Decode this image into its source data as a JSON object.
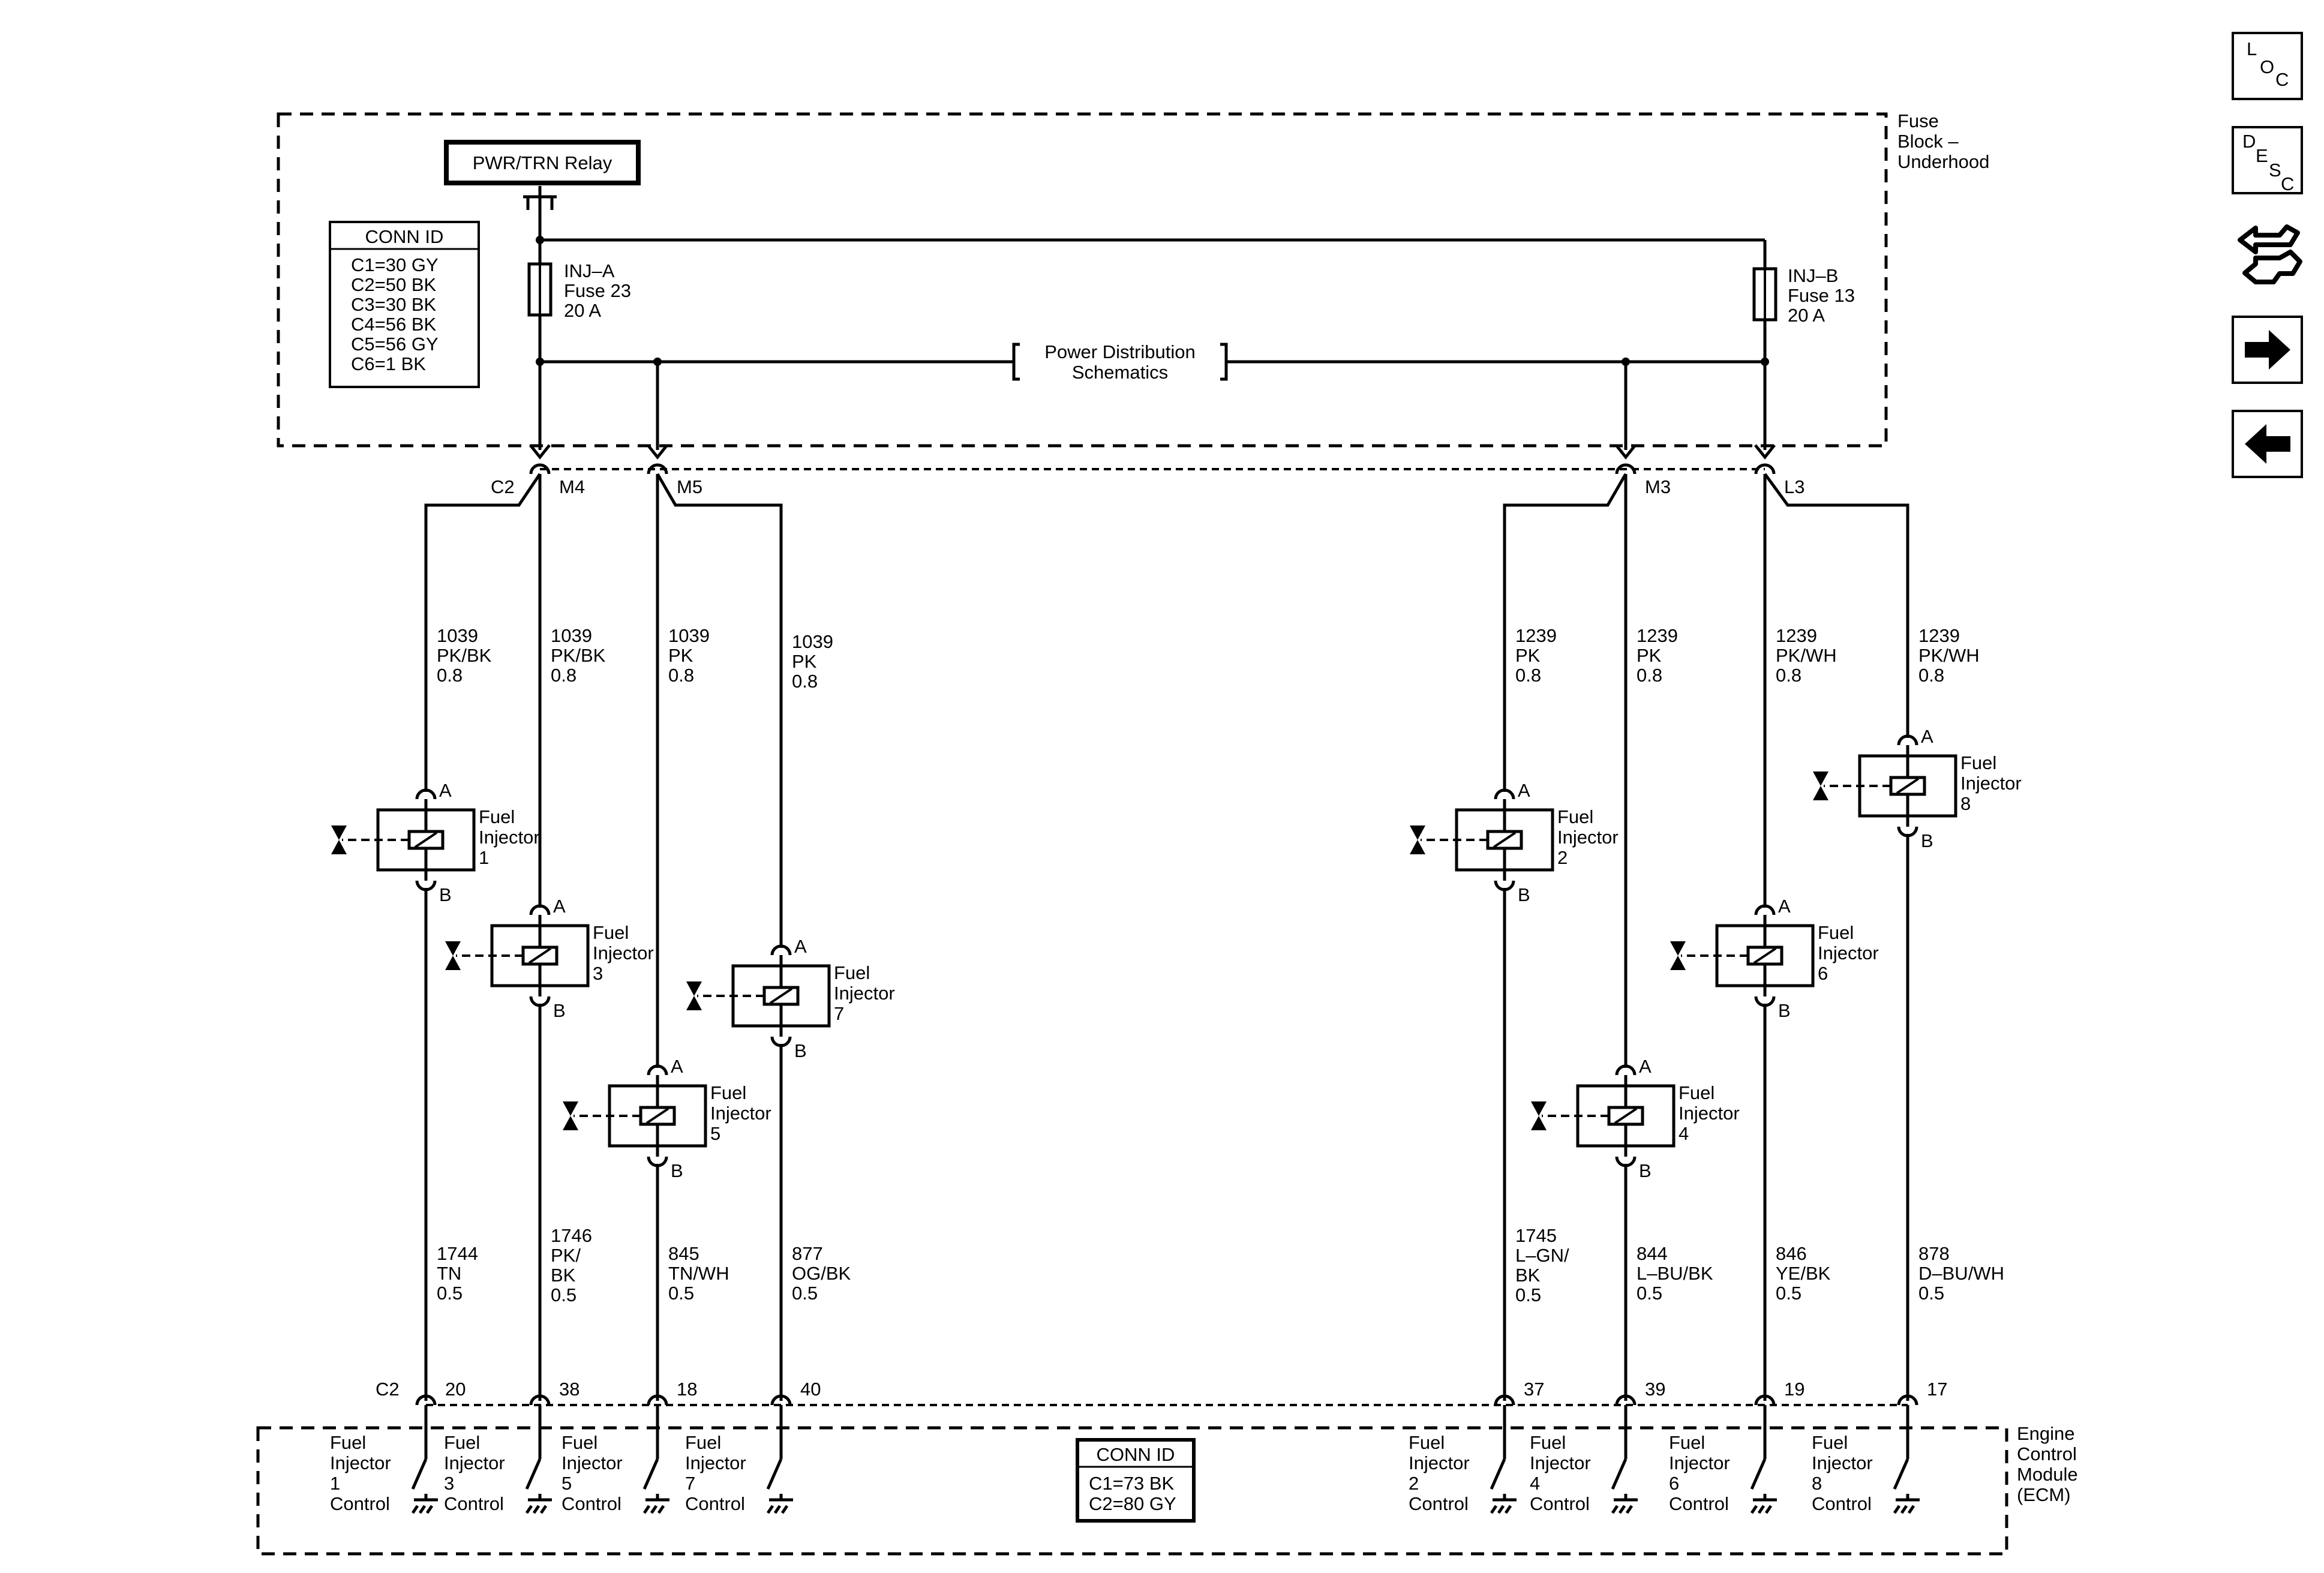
{
  "fuse_block": {
    "label": [
      "Fuse",
      "Block –",
      "Underhood"
    ],
    "relay": "PWR/TRN Relay",
    "conn_id": {
      "title": "CONN ID",
      "lines": [
        "C1=30 GY",
        "C2=50 BK",
        "C3=30 BK",
        "C4=56 BK",
        "C5=56 GY",
        "C6=1 BK"
      ]
    },
    "fuse_a": [
      "INJ–A",
      "Fuse 23",
      "20 A"
    ],
    "fuse_b": [
      "INJ–B",
      "Fuse 13",
      "20 A"
    ],
    "power_dist": [
      "Power Distribution",
      "Schematics"
    ],
    "connector": "C2",
    "pins_left": [
      "M4",
      "M5"
    ],
    "pins_right": [
      "M3",
      "L3"
    ]
  },
  "wires_top": [
    [
      "1039",
      "PK/BK",
      "0.8"
    ],
    [
      "1039",
      "PK/BK",
      "0.8"
    ],
    [
      "1039",
      "PK",
      "0.8"
    ],
    [
      "1039",
      "PK",
      "0.8"
    ],
    [
      "1239",
      "PK",
      "0.8"
    ],
    [
      "1239",
      "PK",
      "0.8"
    ],
    [
      "1239",
      "PK/WH",
      "0.8"
    ],
    [
      "1239",
      "PK/WH",
      "0.8"
    ]
  ],
  "injectors": [
    {
      "lines": [
        "Fuel",
        "Injector",
        "1"
      ],
      "pin_a": "A",
      "pin_b": "B"
    },
    {
      "lines": [
        "Fuel",
        "Injector",
        "3"
      ],
      "pin_a": "A",
      "pin_b": "B"
    },
    {
      "lines": [
        "Fuel",
        "Injector",
        "5"
      ],
      "pin_a": "A",
      "pin_b": "B"
    },
    {
      "lines": [
        "Fuel",
        "Injector",
        "7"
      ],
      "pin_a": "A",
      "pin_b": "B"
    },
    {
      "lines": [
        "Fuel",
        "Injector",
        "2"
      ],
      "pin_a": "A",
      "pin_b": "B"
    },
    {
      "lines": [
        "Fuel",
        "Injector",
        "4"
      ],
      "pin_a": "A",
      "pin_b": "B"
    },
    {
      "lines": [
        "Fuel",
        "Injector",
        "6"
      ],
      "pin_a": "A",
      "pin_b": "B"
    },
    {
      "lines": [
        "Fuel",
        "Injector",
        "8"
      ],
      "pin_a": "A",
      "pin_b": "B"
    }
  ],
  "wires_bottom": [
    [
      "1744",
      "TN",
      "0.5"
    ],
    [
      "1746",
      "PK/",
      "BK",
      "0.5"
    ],
    [
      "845",
      "TN/WH",
      "0.5"
    ],
    [
      "877",
      "OG/BK",
      "0.5"
    ],
    [
      "1745",
      "L–GN/",
      "BK",
      "0.5"
    ],
    [
      "844",
      "L–BU/BK",
      "0.5"
    ],
    [
      "846",
      "YE/BK",
      "0.5"
    ],
    [
      "878",
      "D–BU/WH",
      "0.5"
    ]
  ],
  "ecm": {
    "label": [
      "Engine",
      "Control",
      "Module",
      "(ECM)"
    ],
    "connector": "C2",
    "pins": [
      "20",
      "38",
      "18",
      "40",
      "37",
      "39",
      "19",
      "17"
    ],
    "controls": [
      [
        "Fuel",
        "Injector",
        "1",
        "Control"
      ],
      [
        "Fuel",
        "Injector",
        "3",
        "Control"
      ],
      [
        "Fuel",
        "Injector",
        "5",
        "Control"
      ],
      [
        "Fuel",
        "Injector",
        "7",
        "Control"
      ],
      [
        "Fuel",
        "Injector",
        "2",
        "Control"
      ],
      [
        "Fuel",
        "Injector",
        "4",
        "Control"
      ],
      [
        "Fuel",
        "Injector",
        "6",
        "Control"
      ],
      [
        "Fuel",
        "Injector",
        "8",
        "Control"
      ]
    ],
    "conn_id": {
      "title": "CONN ID",
      "lines": [
        "C1=73 BK",
        "C2=80 GY"
      ]
    }
  },
  "nav": {
    "loc": [
      "L",
      "O",
      "C"
    ],
    "desc": [
      "D",
      "E",
      "S",
      "C"
    ]
  }
}
